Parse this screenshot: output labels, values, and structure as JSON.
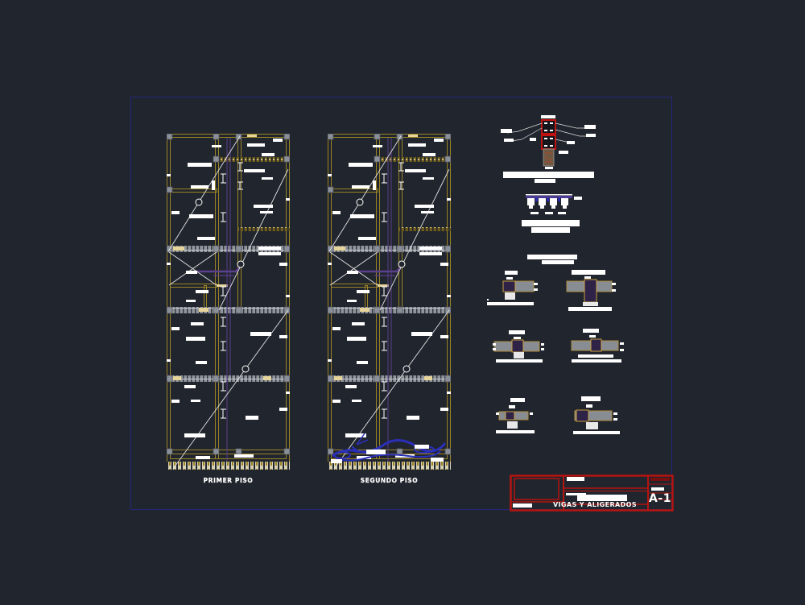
{
  "drawing": {
    "plans": [
      {
        "label": "PRIMER PISO"
      },
      {
        "label": "SEGUNDO PISO"
      }
    ],
    "title_block": {
      "sheet_title": "VIGAS Y ALIGERADOS",
      "sheet_number": "A-1"
    }
  },
  "colors": {
    "canvas-bg": "#21252d",
    "frame-blue": "#26267d",
    "beam-yellow": "#9b8426",
    "beam-bright": "#e6d49a",
    "slab-gray": "#90959c",
    "column-gray": "#b9bec6",
    "axis-purple": "#5c3f8c",
    "revision-blue": "#2b2fb8",
    "titleblock-red": "#b41510",
    "line-white": "#ffffff"
  }
}
